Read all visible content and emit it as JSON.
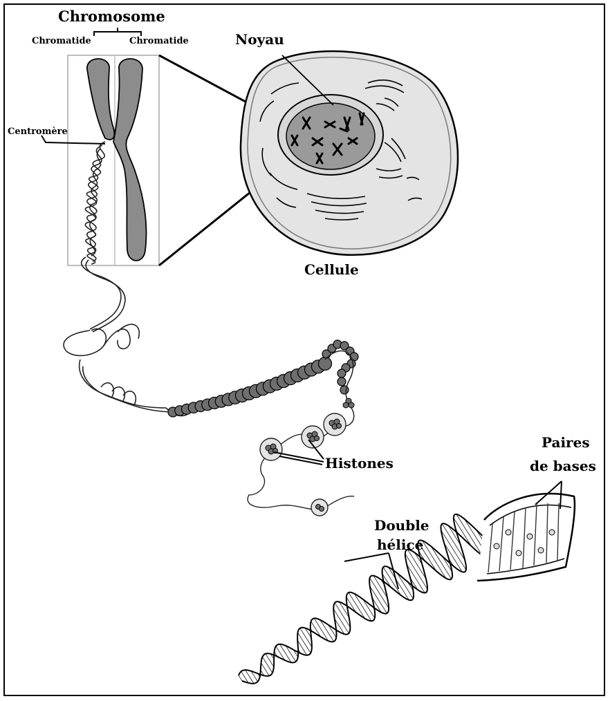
{
  "labels": {
    "chromosome": "Chromosome",
    "chromatid_left": "Chromatide",
    "chromatid_right": "Chromatide",
    "centromere": "Centromère",
    "nucleus": "Noyau",
    "cell": "Cellule",
    "histones": "Histones",
    "double_helix_line1": "Double",
    "double_helix_line2": "hélice",
    "base_pairs_line1": "Paires",
    "base_pairs_line2": "de bases"
  },
  "colors": {
    "ink": "#000000",
    "chromosome_fill": "#8c8c8c",
    "cytoplasm": "#e4e4e4",
    "nucleus_fill": "#9a9a9a",
    "histone_fill": "#6e6e6e",
    "frame": "#000000"
  }
}
